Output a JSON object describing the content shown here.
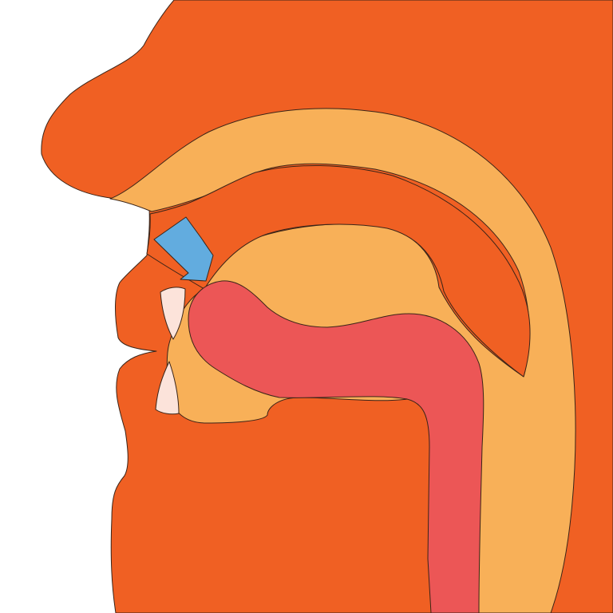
{
  "diagram": {
    "kind": "sagittal cross-section of head, articulation of the tongue",
    "colors": {
      "background": "#ffffff",
      "head": "#f06023",
      "cavity": "#f8b058",
      "tongue": "#ec5656",
      "teeth": "#fce3da",
      "arrow": "#62acdf",
      "outline": "#3a2418"
    },
    "parts": [
      {
        "id": "head",
        "name": "head-profile",
        "icon": "head-silhouette"
      },
      {
        "id": "cavity",
        "name": "oral-and-nasal-cavity",
        "icon": "cavity-shape"
      },
      {
        "id": "palate",
        "name": "hard-palate",
        "icon": "palate-shape"
      },
      {
        "id": "tongue",
        "name": "tongue",
        "icon": "tongue-shape"
      },
      {
        "id": "upper-tooth",
        "name": "upper-incisor",
        "icon": "tooth-shape"
      },
      {
        "id": "lower-tooth",
        "name": "lower-incisor",
        "icon": "tooth-shape"
      },
      {
        "id": "arrow",
        "name": "place-of-articulation-arrow",
        "icon": "arrow-icon"
      }
    ]
  }
}
